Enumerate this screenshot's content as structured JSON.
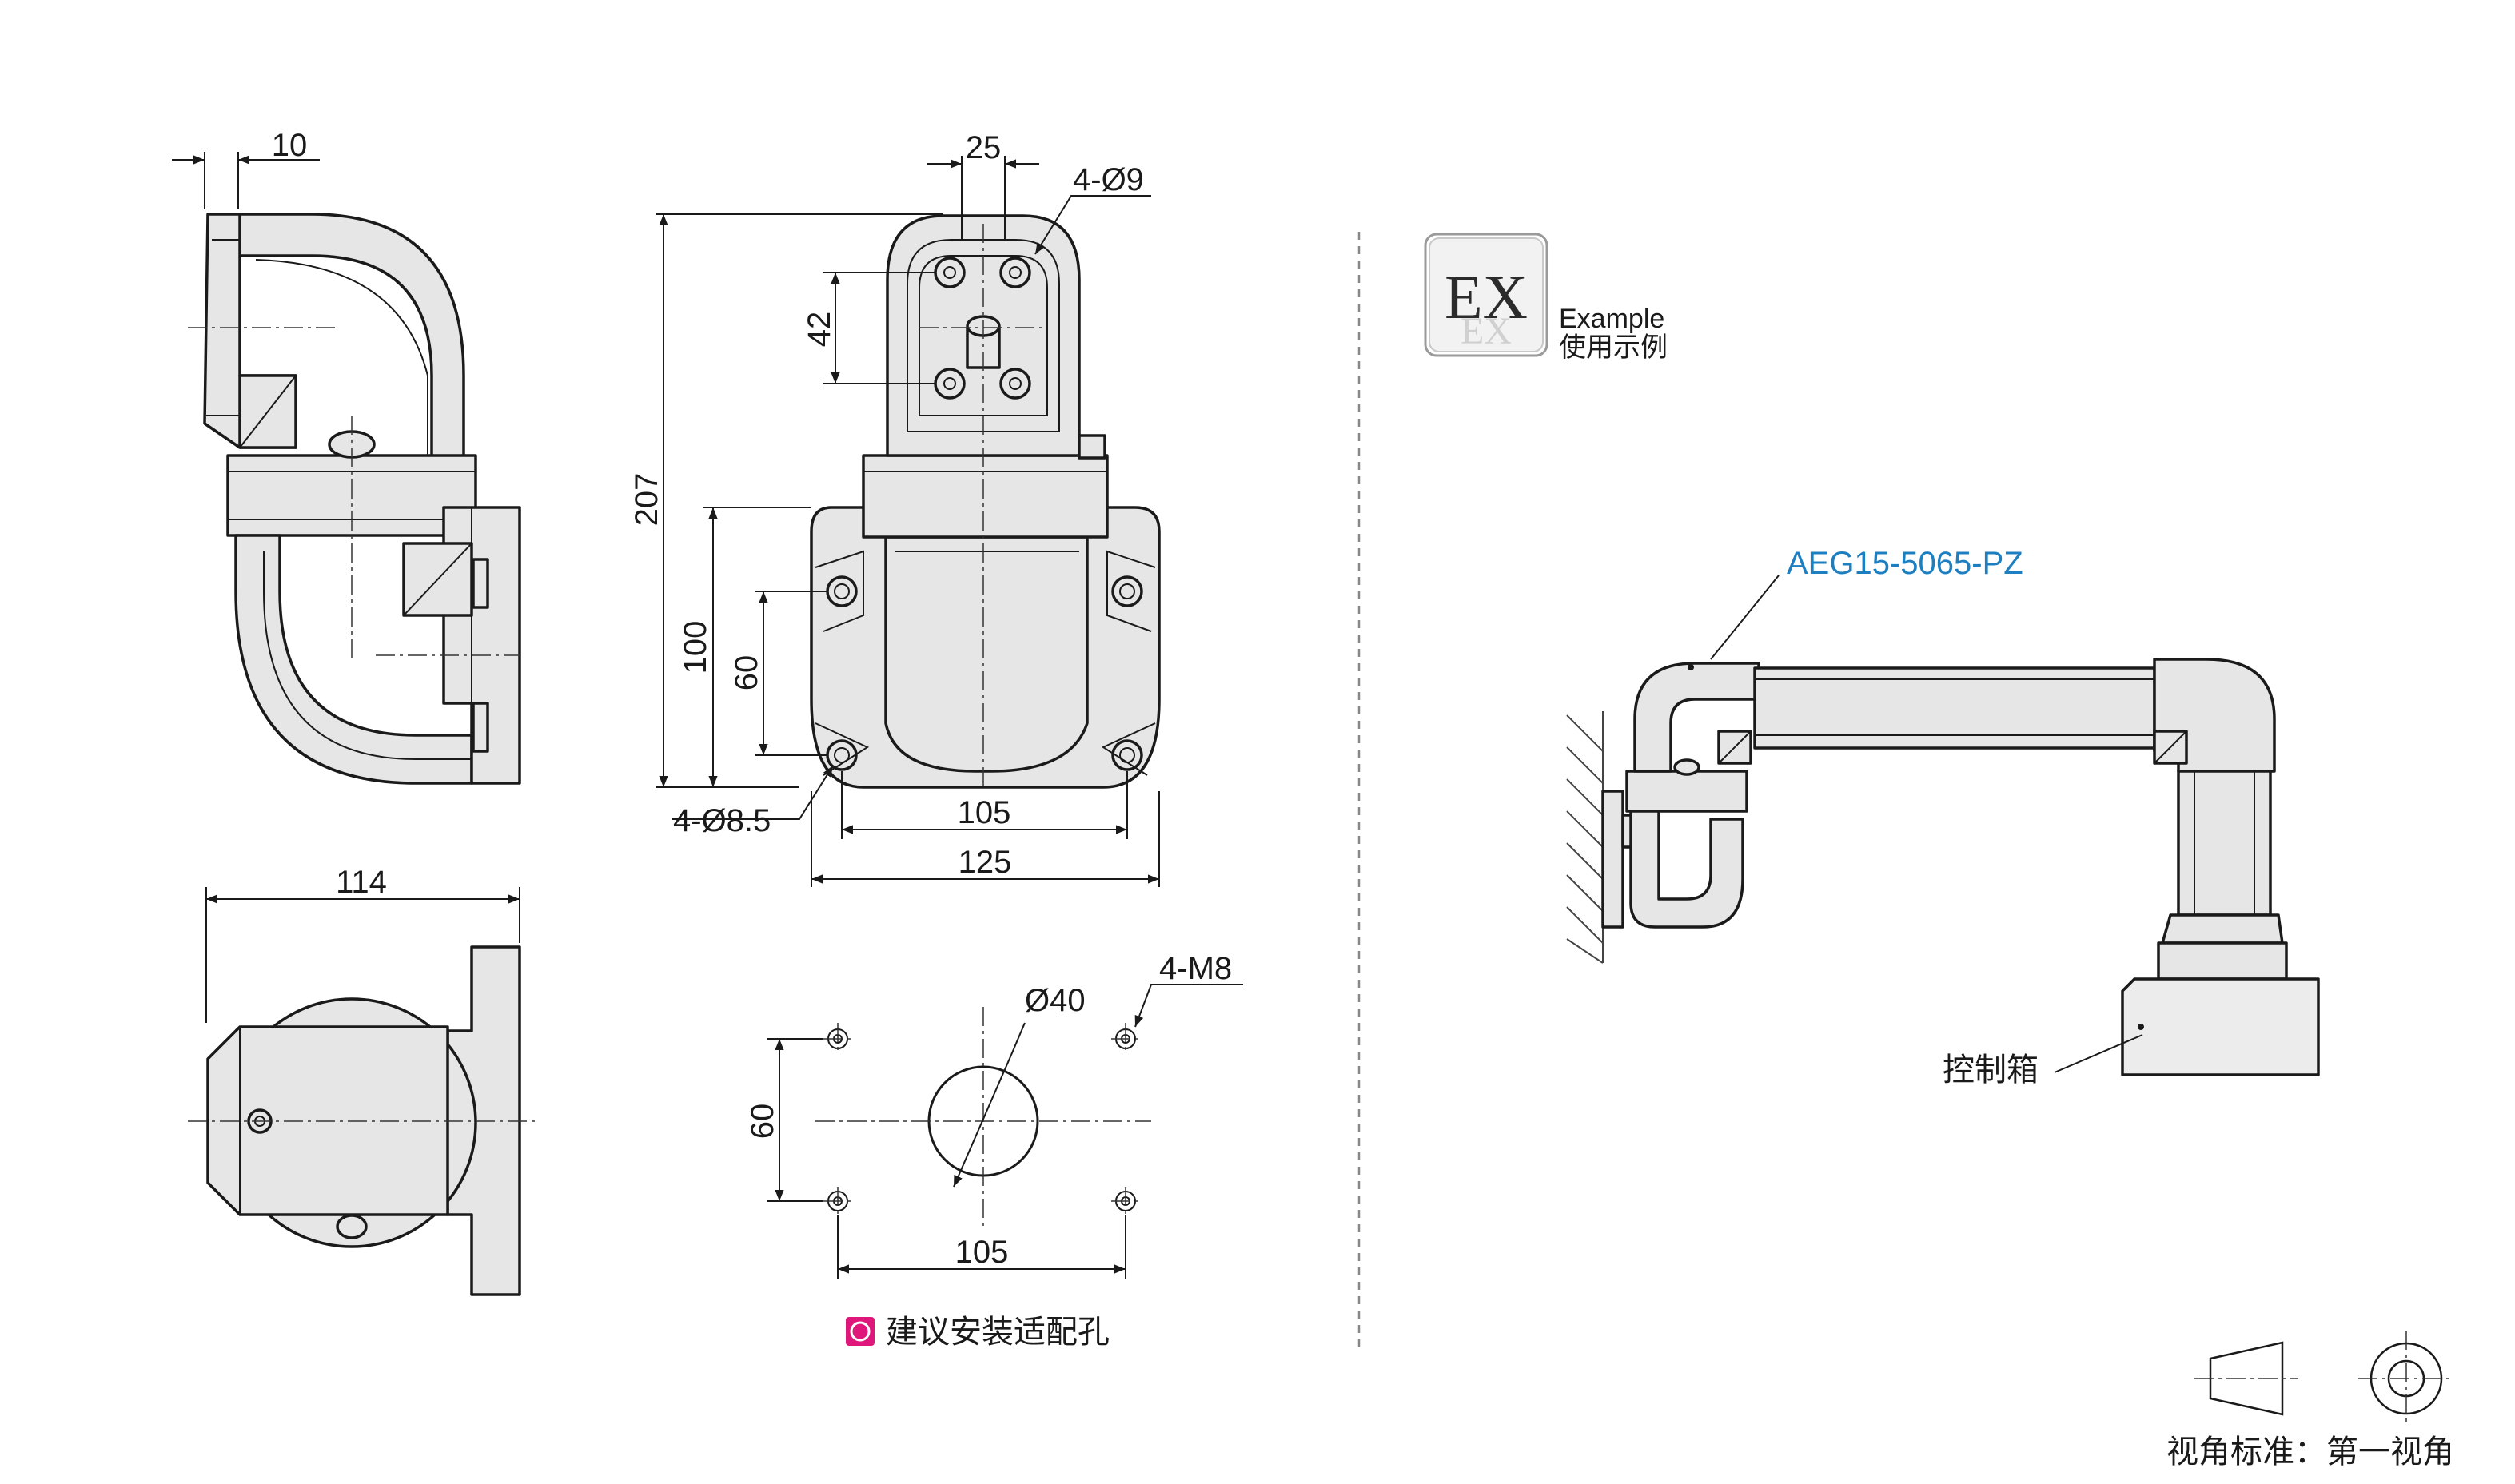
{
  "dimensions": {
    "side_offset": "10",
    "top_width": "25",
    "hole_spec": "4-Ø9",
    "hole_spacing_v": "42",
    "overall_height": "207",
    "base_height": "100",
    "base_hole_spacing_v": "60",
    "base_hole_spec": "4-Ø8.5",
    "base_hole_spacing_h": "105",
    "base_width": "125",
    "bottom_depth": "114",
    "mount_thread": "4-M8",
    "center_bore": "Ø40",
    "mount_spacing_v": "60",
    "mount_spacing_h": "105"
  },
  "mount_caption": "建议安装适配孔",
  "example": {
    "badge": "EX",
    "label_en": "Example",
    "label_cn": "使用示例",
    "part_code": "AEG15-5065-PZ",
    "box_label": "控制箱"
  },
  "projection_caption": "视角标准：第一视角",
  "colors": {
    "outline": "#1a1a1a",
    "part_fill": "#e6e6e6",
    "part_code": "#1e7fc0",
    "mount_marker": "#e0177a"
  }
}
